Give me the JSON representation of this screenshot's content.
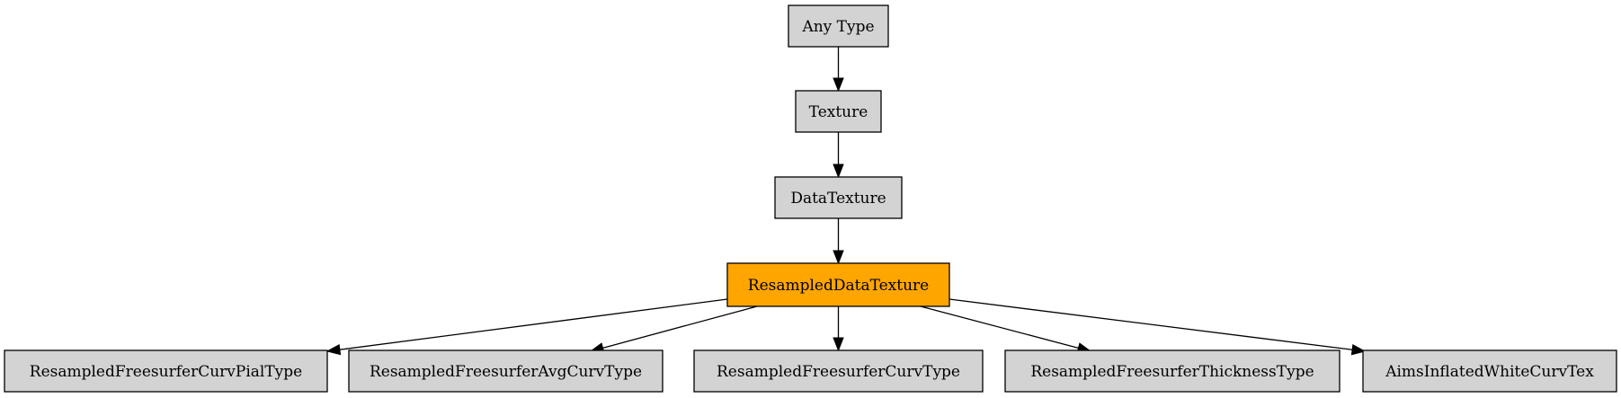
{
  "diagram": {
    "colors": {
      "node_fill": "#d3d3d3",
      "highlight_fill": "#ffa500",
      "stroke": "#000000",
      "text": "#000000"
    },
    "nodes": [
      {
        "id": "any-type",
        "label": "Any Type"
      },
      {
        "id": "texture",
        "label": "Texture"
      },
      {
        "id": "data-texture",
        "label": "DataTexture"
      },
      {
        "id": "resampled-data-texture",
        "label": "ResampledDataTexture",
        "highlighted": true
      },
      {
        "id": "resampled-freesurfer-curv-pial-type",
        "label": "ResampledFreesurferCurvPialType"
      },
      {
        "id": "resampled-freesurfer-avg-curv-type",
        "label": "ResampledFreesurferAvgCurvType"
      },
      {
        "id": "resampled-freesurfer-curv-type",
        "label": "ResampledFreesurferCurvType"
      },
      {
        "id": "resampled-freesurfer-thickness-type",
        "label": "ResampledFreesurferThicknessType"
      },
      {
        "id": "aims-inflated-white-curv-tex",
        "label": "AimsInflatedWhiteCurvTex"
      }
    ],
    "edges": [
      {
        "from": "any-type",
        "to": "texture"
      },
      {
        "from": "texture",
        "to": "data-texture"
      },
      {
        "from": "data-texture",
        "to": "resampled-data-texture"
      },
      {
        "from": "resampled-data-texture",
        "to": "resampled-freesurfer-curv-pial-type"
      },
      {
        "from": "resampled-data-texture",
        "to": "resampled-freesurfer-avg-curv-type"
      },
      {
        "from": "resampled-data-texture",
        "to": "resampled-freesurfer-curv-type"
      },
      {
        "from": "resampled-data-texture",
        "to": "resampled-freesurfer-thickness-type"
      },
      {
        "from": "resampled-data-texture",
        "to": "aims-inflated-white-curv-tex"
      }
    ]
  }
}
